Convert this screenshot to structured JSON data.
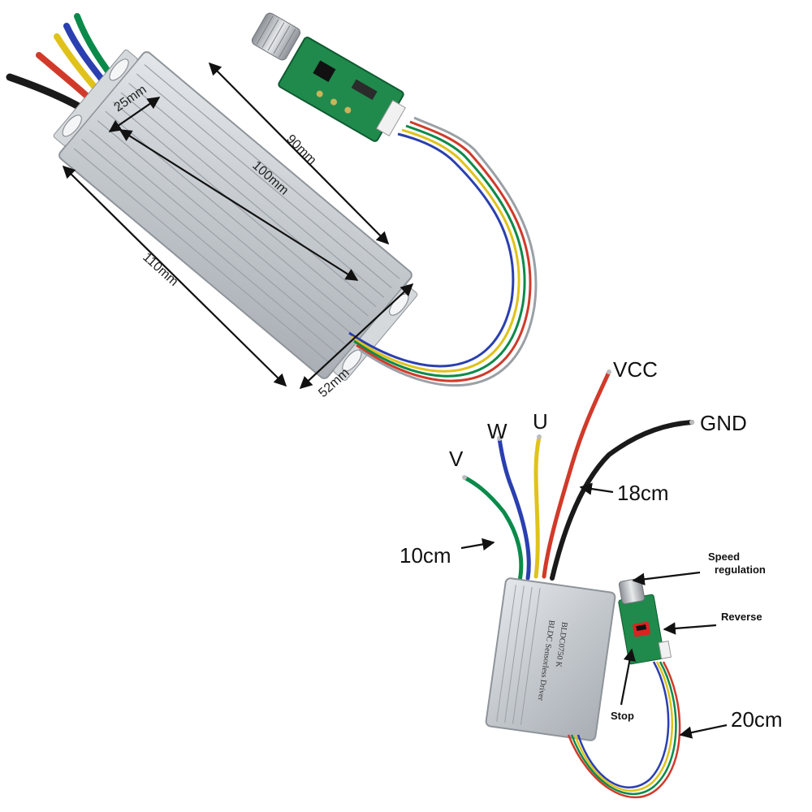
{
  "dimensions": {
    "width_25": "25mm",
    "length_90": "90mm",
    "length_100": "100mm",
    "length_110": "110mm",
    "width_52": "52mm"
  },
  "wires": {
    "v": "V",
    "w": "W",
    "u": "U",
    "vcc": "VCC",
    "gnd": "GND",
    "len_18": "18cm",
    "len_10": "10cm",
    "len_20": "20cm"
  },
  "callouts": {
    "speed_line1": "Speed",
    "speed_line2": "regulation",
    "reverse": "Reverse",
    "stop": "Stop"
  },
  "product_text": {
    "model": "BLDC0750 K",
    "name": "BLDC Sensorless Driver"
  },
  "colors": {
    "housing": "#c9cdd2",
    "green_wire": "#0a8a4a",
    "blue_wire": "#2a3fb0",
    "yellow_wire": "#e0c21a",
    "red_wire": "#d13a2a",
    "black_wire": "#1a1a1a",
    "pcb": "#1f8a4c"
  }
}
